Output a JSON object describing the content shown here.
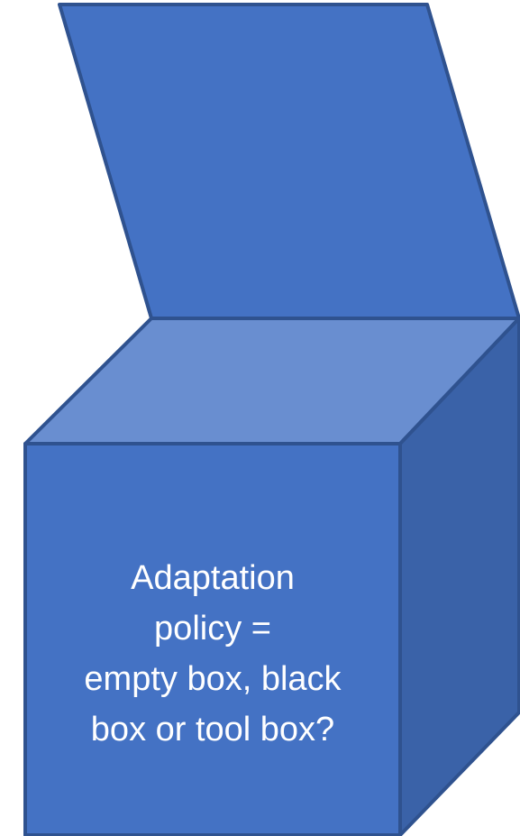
{
  "diagram": {
    "box_label_lines": [
      "Adaptation",
      "policy =",
      "empty box, black",
      "box or tool box?"
    ]
  },
  "colors": {
    "lid": "#4472c4",
    "top": "#698ed0",
    "front": "#4472c4",
    "side": "#3a62a8",
    "outline": "#2f528f",
    "text": "#ffffff"
  }
}
